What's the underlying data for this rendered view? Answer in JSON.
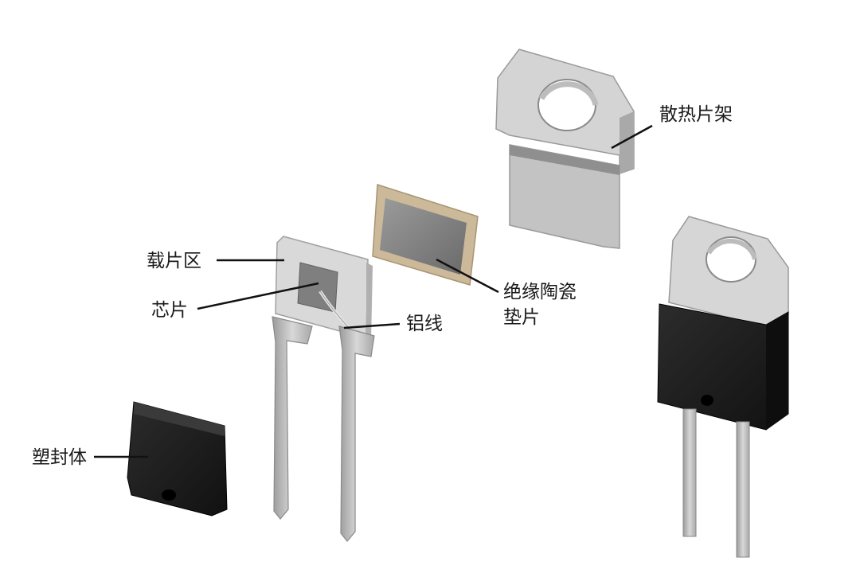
{
  "labels": {
    "heatsink_frame": "散热片架",
    "die_pad": "载片区",
    "chip": "芯片",
    "aluminum_wire": "铝线",
    "ceramic_pad_line1": "绝缘陶瓷",
    "ceramic_pad_line2": "垫片",
    "plastic_body": "塑封体"
  },
  "colors": {
    "metal": "#c9c9c9",
    "metal_light": "#dcdcdc",
    "metal_dark": "#8f8f8f",
    "plastic": "#1f1f1f",
    "ceramic_frame": "#c8b69a",
    "ceramic_center": "#7b7b7b",
    "leader": "#111111"
  }
}
